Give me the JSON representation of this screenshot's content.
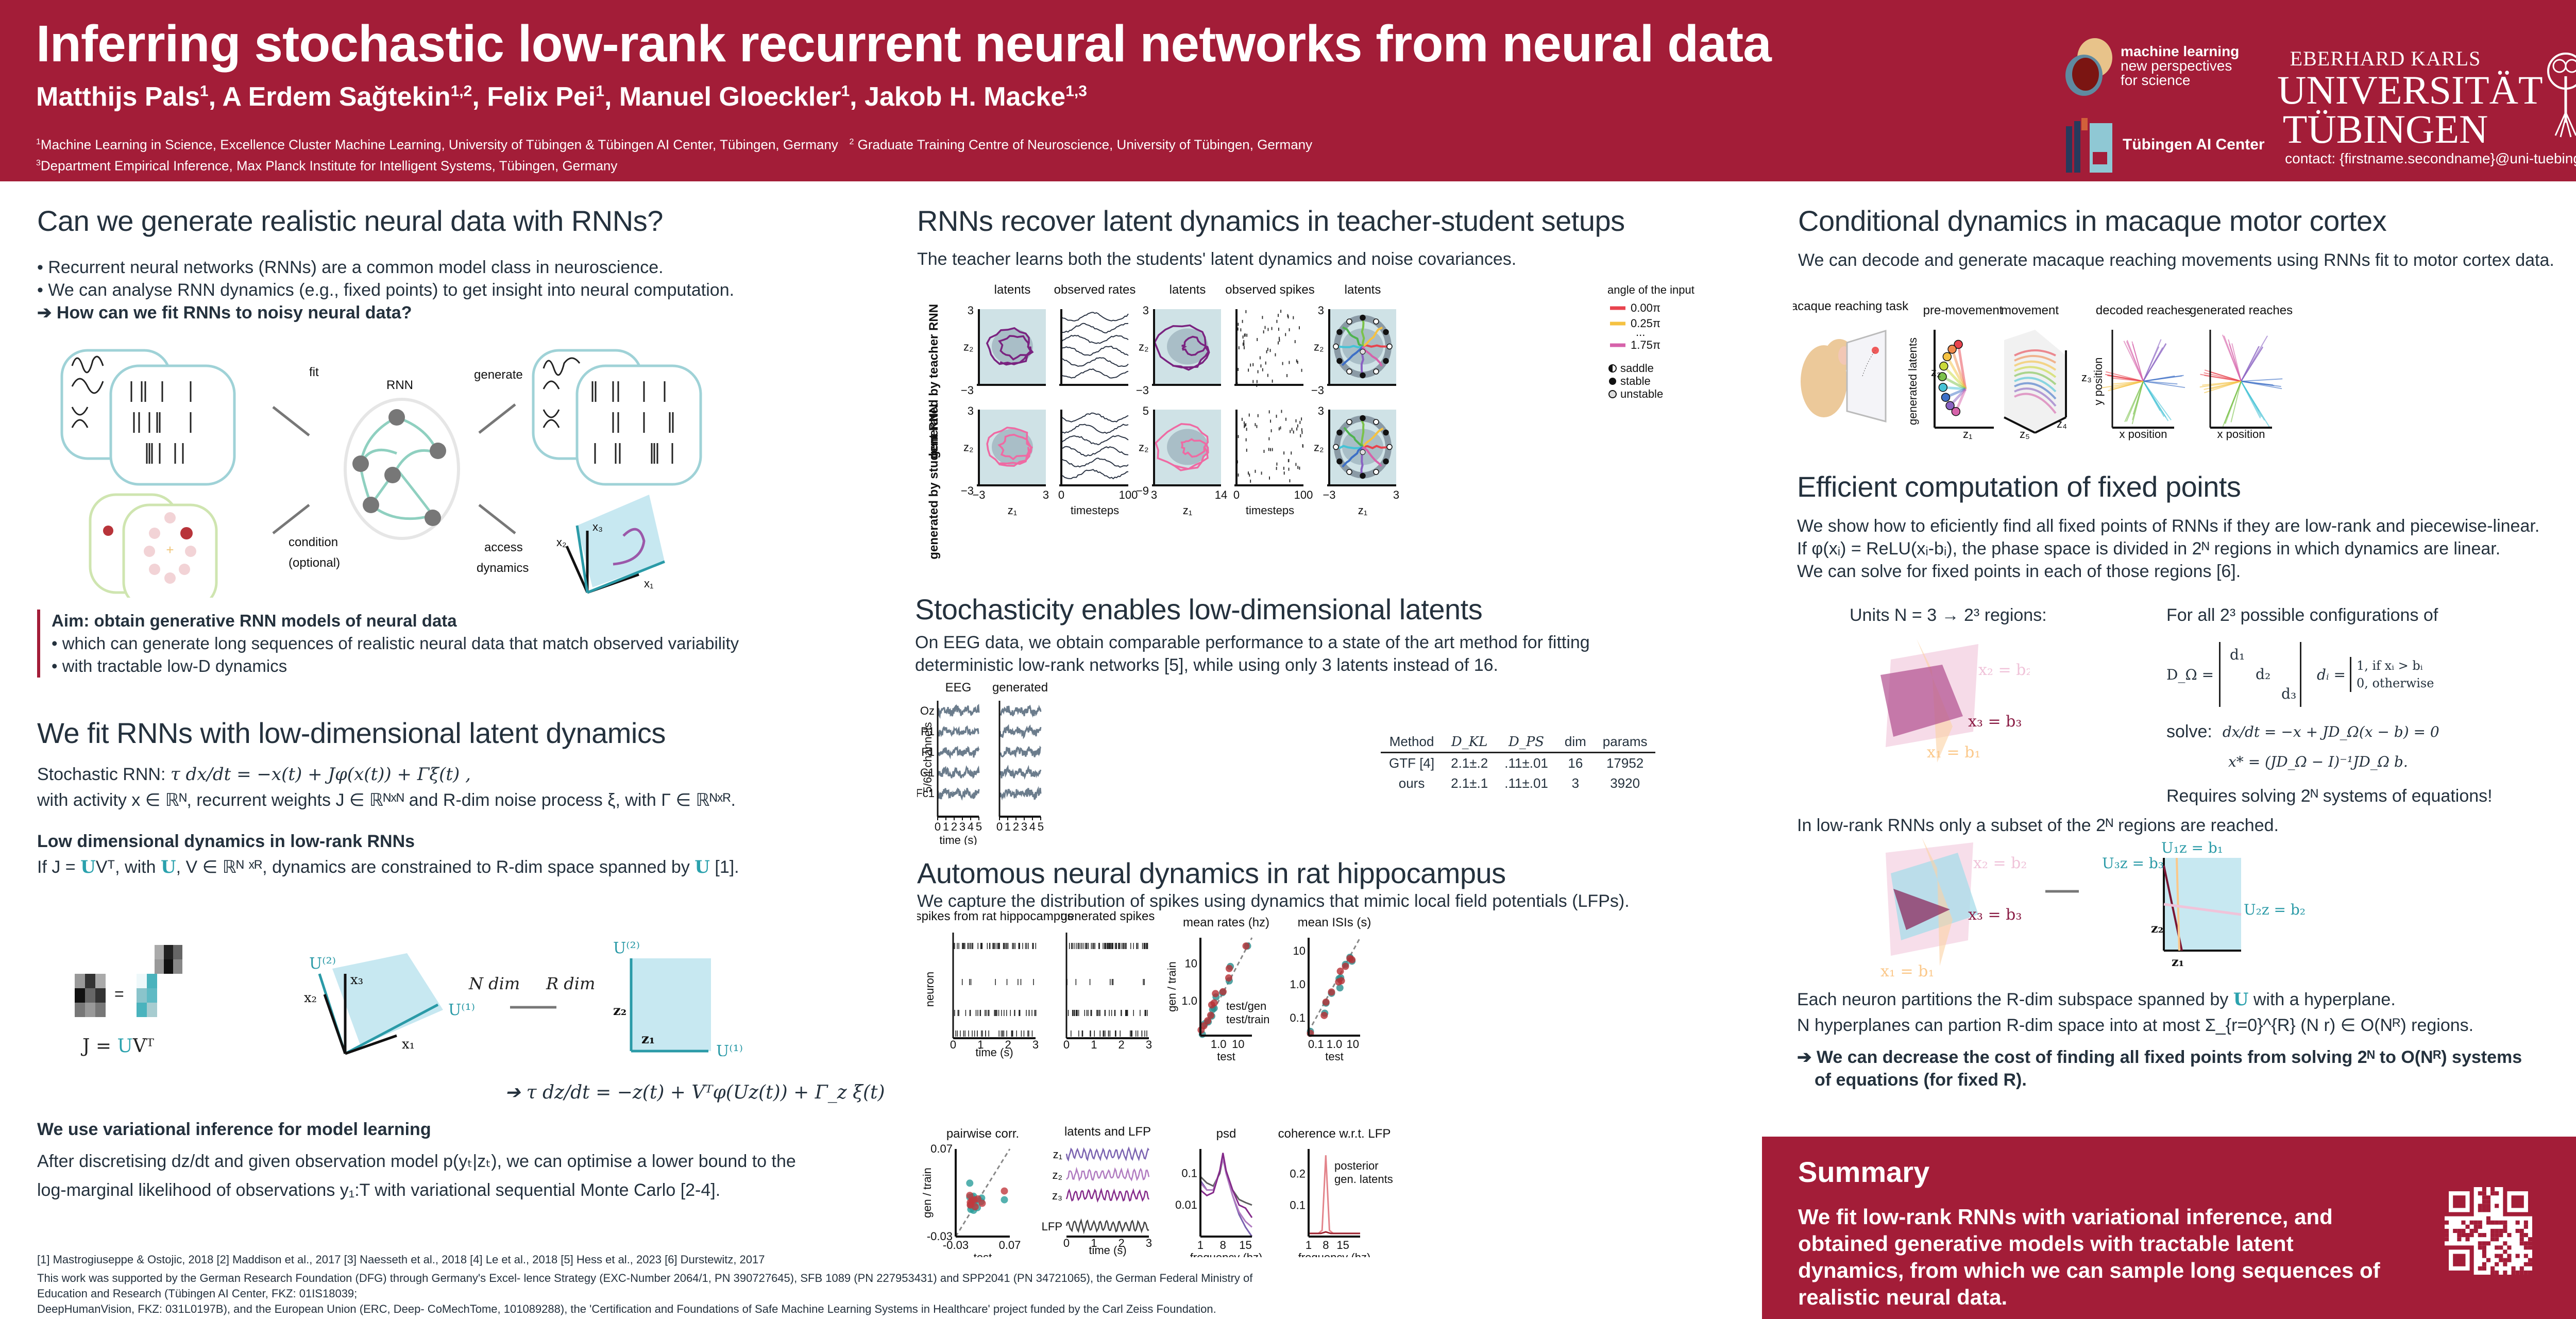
{
  "header": {
    "title": "Inferring stochastic low-rank recurrent neural networks from neural data",
    "authors": [
      {
        "name": "Matthijs Pals",
        "aff": "1"
      },
      {
        "name": "A Erdem Sağtekin",
        "aff": "1,2"
      },
      {
        "name": "Felix Pei",
        "aff": "1"
      },
      {
        "name": "Manuel Gloeckler",
        "aff": "1"
      },
      {
        "name": "Jakob H. Macke",
        "aff": "1,3"
      }
    ],
    "affiliations_line1": [
      {
        "num": "1",
        "text": "Machine Learning in Science, Excellence Cluster Machine Learning, University of Tübingen & Tübingen AI Center, Tübingen, Germany"
      },
      {
        "num": "2",
        "text": "Graduate Training Centre of Neuroscience, University of Tübingen, Germany"
      }
    ],
    "affiliations_line2": {
      "num": "3",
      "text": "Department Empirical Inference, Max Planck Institute for Intelligent Systems, Tübingen, Germany"
    },
    "logo_ml": {
      "line1": "machine learning",
      "line2": "new perspectives",
      "line3": "for science"
    },
    "logo_ai": "Tübingen AI Center",
    "university": {
      "line1": "EBERHARD KARLS",
      "line2": "UNIVERSITÄT",
      "line3": "TÜBINGEN"
    },
    "contact": "contact: {firstname.secondname}@uni-tuebingen.de",
    "brand_color": "#a31d38"
  },
  "col1": {
    "sec1": {
      "heading": "Can we generate realistic neural data with RNNs?",
      "bullets": [
        "• Recurrent neural networks (RNNs) are a common model class in neuroscience.",
        "• We can analyse RNN dynamics (e.g., fixed points) to get insight into neural computation."
      ],
      "question": "➔ How can we fit RNNs to noisy neural data?",
      "diagram": {
        "rnn_label": "RNN",
        "fit": "fit",
        "generate": "generate",
        "condition": "condition",
        "optional": "(optional)",
        "access": "access",
        "dynamics": "dynamics",
        "axes": [
          "x₁",
          "x₂",
          "x₃"
        ]
      }
    },
    "aim": {
      "title": "Aim: obtain generative RNN models of neural data",
      "bullets": [
        "• which can generate long sequences of realistic neural data that match observed variability",
        "• with tractable low-D dynamics"
      ]
    },
    "sec2": {
      "heading": "We fit RNNs with low-dimensional latent dynamics",
      "stochastic_label": "Stochastic RNN:",
      "eq1": "τ dx/dt = −x(t) + Jφ(x(t)) + Γξ(t) ,",
      "eq1_desc": "with activity x ∈ ℝᴺ, recurrent weights J ∈ ℝᴺˣᴺ and R-dim noise process ξ, with Γ ∈ ℝᴺˣᴿ.",
      "lowdim_title": "Low dimensional dynamics in low-rank RNNs",
      "lowdim_text_a": "If J = ",
      "lowdim_U": "U",
      "lowdim_text_b": "Vᵀ, with ",
      "lowdim_text_c": ", V ∈ ℝᴺ ˣᴿ, dynamics are constrained to R-dim space spanned by ",
      "lowdim_text_d": " [1].",
      "J_eq_prefix": "J = ",
      "J_eq_suffix": "Vᵀ",
      "ndim": "N dim",
      "rdim": "R dim",
      "U1": "U⁽¹⁾",
      "U2": "U⁽²⁾",
      "z1": "z₁",
      "z2": "z₂",
      "x1": "x₁",
      "x2": "x₂",
      "x3": "x₃",
      "eq2": "➔ τ dz/dt = −z(t) + Vᵀφ(Uz(t)) + Γ_z ξ(t)",
      "vi_title": "We use variational inference for model learning",
      "vi_text1": "After discretising dz/dt and given observation model p(yₜ|zₜ), we can optimise a lower bound to the",
      "vi_text2": "log-marginal likelihood of observations y₁:T with variational sequential Monte Carlo [2-4]."
    },
    "refs": "[1] Mastrogiuseppe & Ostojic, 2018   [2] Maddison et al., 2017   [3] Naesseth et al., 2018   [4] Le et al., 2018   [5] Hess et al., 2023   [6] Durstewitz, 2017",
    "ack_line1": "This work was supported by the German Research Foundation (DFG) through Germany's Excel- lence Strategy (EXC-Number 2064/1, PN 390727645), SFB 1089 (PN 227953431) and SPP2041 (PN 34721065), the German Federal Ministry of Education and Research (Tübingen AI Center, FKZ: 01IS18039;",
    "ack_line2": "DeepHumanVision, FKZ: 031L0197B), and the European Union (ERC, Deep- CoMechTome, 101089288), the 'Certification and Foundations of Safe Machine Learning Systems in Healthcare' project funded by the Carl Zeiss Foundation."
  },
  "col2": {
    "sec1": {
      "heading": "RNNs recover latent dynamics in teacher-student setups",
      "subtitle": "The teacher learns both the students' latent dynamics and noise covariances.",
      "row_labels": [
        "generated by teacher RNN",
        "generated by student RNN"
      ],
      "panel_titles": [
        "latents",
        "observed rates",
        "latents",
        "observed spikes",
        "latents"
      ],
      "legend_title": "angle of the input",
      "legend_items": [
        {
          "label": "0.00π",
          "color": "#e8434e"
        },
        {
          "label": "0.25π",
          "color": "#f5c242"
        },
        {
          "label": "...",
          "color": ""
        },
        {
          "label": "1.75π",
          "color": "#d662aa"
        }
      ],
      "fp_legend": [
        "saddle",
        "stable",
        "unstable"
      ],
      "xlabels": [
        "z₁",
        "timesteps",
        "z₁",
        "timesteps",
        "z₁"
      ],
      "ylabel": "z₂",
      "ticks": {
        "p1_y": [
          "3",
          "−3"
        ],
        "p1_x": [
          "−3",
          "3"
        ],
        "p2_x": [
          "0",
          "100"
        ],
        "p3_y_top": [
          "3",
          "−3"
        ],
        "p3_y_bot": [
          "5",
          "−9"
        ],
        "p3_x": [
          "3",
          "14"
        ],
        "p4_x": [
          "0",
          "100"
        ],
        "p5_y": [
          "3",
          "−3"
        ],
        "p5_x": [
          "−3",
          "3"
        ]
      }
    },
    "sec2": {
      "heading": "Stochasticity enables low-dimensional latents",
      "text1": "On EEG data, we obtain comparable performance to a state of the art method for fitting",
      "text2": "deterministic low-rank networks [5], while using only 3 latents instead of 16.",
      "plot_titles": [
        "EEG",
        "generated"
      ],
      "ylabel": "5/64 channels",
      "channels": [
        "Oz",
        "P1",
        "F1",
        "C1",
        "Fc1"
      ],
      "xticks": [
        "0",
        "1",
        "2",
        "3",
        "4",
        "5"
      ],
      "xlabel": "time (s)",
      "table": {
        "headers": [
          "Method",
          "D_KL",
          "D_PS",
          "dim",
          "params"
        ],
        "rows": [
          [
            "GTF [4]",
            "2.1±.2",
            ".11±.01",
            "16",
            "17952"
          ],
          [
            "ours",
            "2.1±.1",
            ".11±.01",
            "3",
            "3920"
          ]
        ]
      }
    },
    "sec3": {
      "heading": "Automous neural dynamics in rat hippocampus",
      "subtitle": "We capture the distribution of spikes using dynamics that mimic local field potentials (LFPs)."
    }
  },
  "chart_data": [
    {
      "type": "scatter",
      "title": "mean rates (hz)",
      "xlabel": "test",
      "ylabel": "gen / train",
      "xscale": "log",
      "yscale": "log",
      "xticks": [
        "1.0",
        "10"
      ],
      "yticks": [
        "1.0",
        "10"
      ],
      "xlim": [
        0.12,
        50
      ],
      "ylim": [
        0.12,
        50
      ],
      "series": [
        {
          "name": "test/gen",
          "color": "#2a8c8c",
          "points": [
            [
              0.15,
              0.13
            ],
            [
              0.2,
              0.25
            ],
            [
              0.3,
              0.28
            ],
            [
              0.45,
              0.4
            ],
            [
              0.5,
              0.6
            ],
            [
              0.6,
              0.65
            ],
            [
              0.75,
              1.3
            ],
            [
              1.6,
              1.7
            ],
            [
              3.5,
              3.5
            ],
            [
              4,
              8.5
            ],
            [
              30,
              30
            ]
          ]
        },
        {
          "name": "test/train",
          "color": "#b52f35",
          "points": [
            [
              0.13,
              0.17
            ],
            [
              0.18,
              0.22
            ],
            [
              0.28,
              0.3
            ],
            [
              0.4,
              0.42
            ],
            [
              0.45,
              0.8
            ],
            [
              0.6,
              0.9
            ],
            [
              0.7,
              1.6
            ],
            [
              1.7,
              1.8
            ],
            [
              3.3,
              4.2
            ],
            [
              3.5,
              7.5
            ],
            [
              25,
              30
            ]
          ]
        }
      ],
      "diagonal": true,
      "legend": "bottom-right"
    },
    {
      "type": "scatter",
      "title": "mean ISIs (s)",
      "xlabel": "test",
      "ylabel": "",
      "xscale": "log",
      "yscale": "log",
      "xticks": [
        "0.1",
        "1.0",
        "10"
      ],
      "yticks": [
        "0.1",
        "1.0",
        "10"
      ],
      "xlim": [
        0.04,
        25
      ],
      "ylim": [
        0.03,
        25
      ],
      "series": [
        {
          "name": "test/gen",
          "color": "#2a8c8c",
          "points": [
            [
              0.05,
              0.04
            ],
            [
              0.3,
              0.14
            ],
            [
              0.35,
              0.28
            ],
            [
              0.7,
              0.55
            ],
            [
              1.8,
              1.5
            ],
            [
              2,
              0.8
            ],
            [
              2.2,
              1.6
            ],
            [
              4,
              4
            ],
            [
              7,
              6.5
            ],
            [
              9,
              5
            ]
          ]
        },
        {
          "name": "test/train",
          "color": "#b52f35",
          "points": [
            [
              0.05,
              0.035
            ],
            [
              0.28,
              0.12
            ],
            [
              0.35,
              0.3
            ],
            [
              0.7,
              0.6
            ],
            [
              1.7,
              1.2
            ],
            [
              2.1,
              2.5
            ],
            [
              2.4,
              1.3
            ],
            [
              4,
              3.5
            ],
            [
              7,
              6
            ],
            [
              9,
              5.5
            ]
          ]
        }
      ],
      "diagonal": true
    },
    {
      "type": "scatter",
      "title": "pairwise corr.",
      "xlabel": "test",
      "ylabel": "gen / train",
      "xticks": [
        "-0.03",
        "0.07"
      ],
      "yticks": [
        "-0.03",
        "0.07"
      ],
      "xlim": [
        -0.03,
        0.07
      ],
      "ylim": [
        -0.03,
        0.07
      ],
      "series": [
        {
          "name": "test/gen",
          "color": "#2a9d9b",
          "points": [
            [
              -0.004,
              0.031
            ],
            [
              -0.004,
              0.015
            ],
            [
              0.003,
              0.016
            ],
            [
              0.0,
              0.015
            ],
            [
              0.006,
              0.012
            ],
            [
              0.0,
              0.008
            ],
            [
              -0.002,
              0.005
            ],
            [
              0.005,
              0.008
            ],
            [
              0.01,
              0.003
            ],
            [
              0.017,
              0.01
            ],
            [
              0.018,
              0.014
            ],
            [
              0.06,
              0.012
            ],
            [
              -0.002,
              0.001
            ],
            [
              0.003,
              0.0
            ]
          ]
        },
        {
          "name": "test/train",
          "color": "#c0393e",
          "points": [
            [
              -0.004,
              0.017
            ],
            [
              -0.003,
              0.009
            ],
            [
              -0.002,
              0.007
            ],
            [
              0.0,
              0.011
            ],
            [
              0.004,
              0.012
            ],
            [
              0.006,
              0.004
            ],
            [
              0.011,
              0.013
            ],
            [
              0.019,
              0.008
            ],
            [
              0.06,
              0.022
            ],
            [
              -0.003,
              0.006
            ]
          ]
        }
      ],
      "diagonal": true
    },
    {
      "type": "line",
      "title": "psd",
      "xlabel": "frequency (hz)",
      "ylabel": "",
      "yscale": "log",
      "xticks": [
        "1",
        "8",
        "15"
      ],
      "yticks": [
        "0.1",
        "0.01"
      ],
      "xlim": [
        1,
        17
      ],
      "ylim": [
        0.001,
        0.6
      ],
      "peak_hz": 8,
      "series": [
        {
          "name": "LFP",
          "color": "#5e5e5e",
          "x": [
            1,
            3,
            5,
            7,
            8,
            9,
            11,
            13,
            15,
            17
          ],
          "y": [
            0.08,
            0.05,
            0.04,
            0.1,
            0.3,
            0.12,
            0.03,
            0.015,
            0.012,
            0.01
          ]
        },
        {
          "name": "z1",
          "color": "#7a62b0",
          "x": [
            1,
            3,
            5,
            7,
            8,
            9,
            11,
            13,
            15,
            17
          ],
          "y": [
            0.06,
            0.03,
            0.03,
            0.12,
            0.35,
            0.1,
            0.02,
            0.005,
            0.002,
            0.001
          ]
        },
        {
          "name": "z2",
          "color": "#b07bc0",
          "x": [
            1,
            3,
            5,
            7,
            8,
            9,
            11,
            13,
            15,
            17
          ],
          "y": [
            0.05,
            0.03,
            0.03,
            0.12,
            0.3,
            0.1,
            0.02,
            0.006,
            0.003,
            0.002
          ]
        },
        {
          "name": "z3",
          "color": "#842a8a",
          "x": [
            1,
            3,
            5,
            7,
            8,
            9,
            11,
            13,
            15,
            17
          ],
          "y": [
            0.03,
            0.02,
            0.025,
            0.12,
            0.45,
            0.12,
            0.03,
            0.01,
            0.008,
            0.004
          ]
        }
      ]
    },
    {
      "type": "line",
      "title": "coherence w.r.t. LFP",
      "xlabel": "frequency (hz)",
      "ylabel": "",
      "xticks": [
        "1",
        "8",
        "15"
      ],
      "yticks": [
        "0.1",
        "0.2"
      ],
      "xlim": [
        1,
        22
      ],
      "ylim": [
        0,
        0.28
      ],
      "series": [
        {
          "name": "posterior",
          "color": "#e3848b",
          "x": [
            1,
            5,
            6.5,
            7.5,
            8,
            8.5,
            9.5,
            11,
            22
          ],
          "y": [
            0.01,
            0.01,
            0.02,
            0.18,
            0.26,
            0.18,
            0.02,
            0.01,
            0.01
          ]
        },
        {
          "name": "gen. latents",
          "color": "#9c2430",
          "x": [
            1,
            6,
            8,
            10,
            22
          ],
          "y": [
            0.01,
            0.01,
            0.015,
            0.01,
            0.01
          ]
        }
      ],
      "legend": "top-right"
    }
  ],
  "hippo_panels": {
    "spikes_title": "spikes from rat hippocampus",
    "gen_title": "generated spikes",
    "ylabel_neuron": "neuron",
    "time_ticks": [
      "0",
      "1",
      "2",
      "3"
    ],
    "time_label": "time (s)",
    "latents_title": "latents and LFP",
    "latent_labels": [
      "z₁",
      "z₂",
      "z₃",
      "LFP"
    ],
    "latent_colors": [
      "#7a62b0",
      "#b07bc0",
      "#842a8a",
      "#444444"
    ]
  },
  "col3": {
    "sec1": {
      "heading": "Conditional dynamics in macaque motor cortex",
      "subtitle": "We can decode and generate macaque reaching movements using RNNs fit to motor cortex data.",
      "panel_titles": [
        "macaque reaching task",
        "pre-movement",
        "movement",
        "decoded reaches",
        "generated reaches"
      ],
      "ylabel_latents": "generated latents",
      "z_labels": [
        "z₂",
        "z₁",
        "z₃",
        "z₄",
        "z₅"
      ],
      "ylabel_pos": "y position",
      "xlabel_pos": "x position"
    },
    "sec2": {
      "heading": "Efficient computation of fixed points",
      "text1": "We show how to eficiently find all fixed points of RNNs if they are low-rank and piecewise-linear.",
      "text2": "If φ(xᵢ) = ReLU(xᵢ-bᵢ), the phase space is divided in 2ᴺ regions in which dynamics are linear.",
      "text3": "We can solve for fixed points in each of those regions [6].",
      "units_label": "Units N = 3 → 2³ regions:",
      "config_label": "For all 2³ possible configurations of",
      "D_eq": "D_Ω =",
      "d_entries": [
        "d₁",
        "d₂",
        "d₃"
      ],
      "di_eq": "dᵢ =",
      "cases": [
        "1,   if xᵢ > bᵢ",
        "0,   otherwise"
      ],
      "solve_label": "solve:",
      "solve_eq": "dx/dt = −x + JD_Ω(x − b) = 0",
      "xstar_eq": "x* = (JD_Ω − I)⁻¹JD_Ω b.",
      "requires": "Requires solving 2ᴺ systems of equations!",
      "planes": [
        "x₁ = b₁",
        "x₂ = b₂",
        "x₃ = b₃"
      ],
      "lowrank_text": "In low-rank RNNs only a subset of the 2ᴺ regions are reached.",
      "hyperplanes": [
        "U₁z = b₁",
        "U₂z = b₂",
        "U₃z = b₃"
      ],
      "each_neuron_a": "Each neuron partitions the R-dim subspace spanned by ",
      "each_neuron_b": " with a hyperplane.",
      "N_hyper": "N hyperplanes can partion R-dim space into at most Σ_{r=0}^{R} (N r) ∈ O(Nᴿ) regions.",
      "conclusion1": "➔ We can decrease the cost of finding all fixed points from solving 2ᴺ to O(Nᴿ) systems",
      "conclusion2": "of equations (for fixed R)."
    },
    "summary": {
      "title": "Summary",
      "text": "We fit low-rank RNNs with variational inference, and obtained generative models with tractable latent dynamics, from which we can sample long sequences of realistic neural data."
    }
  }
}
